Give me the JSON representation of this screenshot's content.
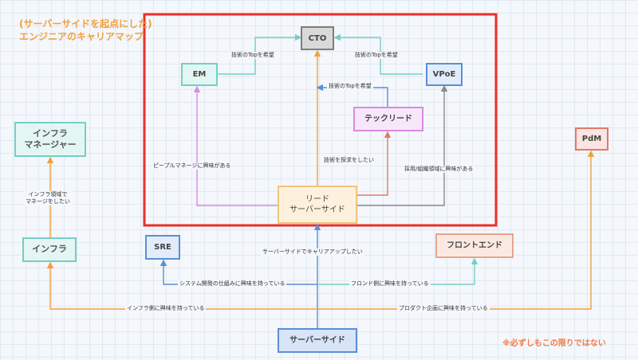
{
  "title": "(サーバーサイドを起点にした)\nエンジニアのキャリアマップ",
  "note": "※必ずしもこの限りではない",
  "colors": {
    "orange": "#f2a03d",
    "red_frame": "#e8302a",
    "cyan": "#74cfc6",
    "blue": "#5a8fd8",
    "purple": "#d98be0",
    "coral": "#e07a6c",
    "salmon": "#e8a58a",
    "gray": "#8a8a8a"
  },
  "nodes": {
    "cto": "CTO",
    "em": "EM",
    "vpoe": "VPoE",
    "techlead": "テックリード",
    "lead": "リード\nサーバーサイド",
    "infra_manager": "インフラ\nマネージャー",
    "infra": "インフラ",
    "sre": "SRE",
    "frontend": "フロントエンド",
    "pdm": "PdM",
    "server": "サーバーサイド"
  },
  "labels": {
    "em_to_cto": "技術のTopを希望",
    "vpoe_to_cto": "技術のTopを希望",
    "tech_to_cto": "技術のTopを希望",
    "lead_to_em": "ピープルマネージに興味がある",
    "lead_to_tech": "技術を探求をしたい",
    "lead_to_vpoe": "採用/組織領域に興味がある",
    "infra_to_mgr": "インフラ領域で\nマネージをしたい",
    "server_to_lead": "サーバーサイドでキャリアアップしたい",
    "server_to_sre": "システム開発の仕組みに興味を持っている",
    "server_to_front": "フロンド側に興味を持っている",
    "server_to_infra": "インフラ側に興味を持っている",
    "server_to_pdm": "プロダクト企画に興味を持っている"
  }
}
